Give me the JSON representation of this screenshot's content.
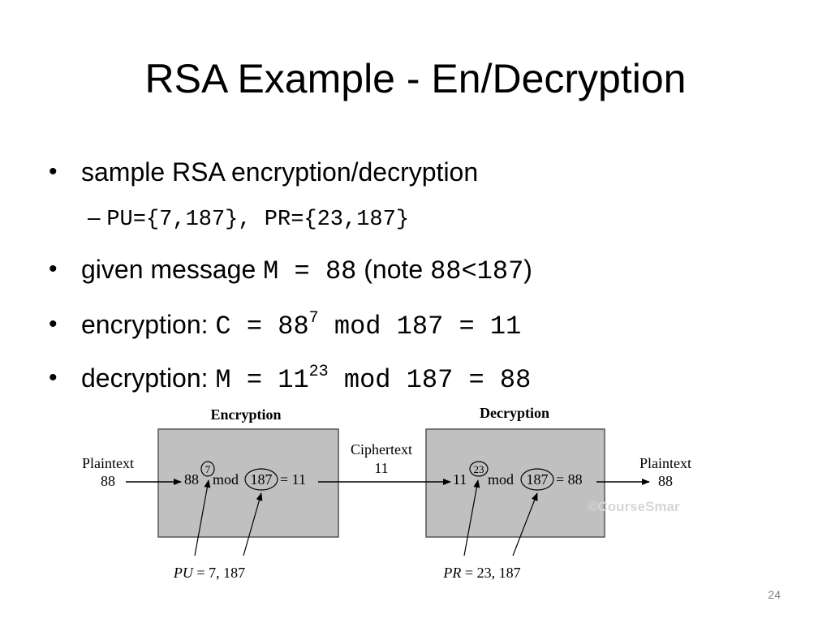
{
  "slide": {
    "title": "RSA Example - En/Decryption",
    "number": "24"
  },
  "bullets": {
    "b1": "sample RSA encryption/decryption",
    "b1_sub_dash": "–",
    "b1_sub": "PU={7,187}, PR={23,187}",
    "b2_text": "given message ",
    "b2_mono": "M = 88",
    "b2_note_open": " (note ",
    "b2_note_mono": "88<187",
    "b2_note_close": ")",
    "b3_label": "encryption: ",
    "b3_base": "C = 88",
    "b3_exp": "7",
    "b3_rest": " mod 187 = 11",
    "b4_label": "decryption: ",
    "b4_base": "M = 11",
    "b4_exp": "23",
    "b4_rest": " mod 187 = 88"
  },
  "diagram": {
    "enc_title": "Encryption",
    "dec_title": "Decryption",
    "plaintext_label": "Plaintext",
    "plaintext_in": "88",
    "plaintext_out_label": "Plaintext",
    "plaintext_out": "88",
    "ciphertext_label": "Ciphertext",
    "ciphertext_value": "11",
    "enc_base": "88",
    "enc_exp": "7",
    "enc_mod": "mod",
    "enc_n": "187",
    "enc_result": "= 11",
    "dec_base": "11",
    "dec_exp": "23",
    "dec_mod": "mod",
    "dec_n": "187",
    "dec_result": "= 88",
    "pu_label": "PU",
    "pu_value": " = 7, 187",
    "pr_label": "PR",
    "pr_value": " = 23, 187",
    "watermark": "©CourseSmar",
    "box_fill": "#c0c0c0"
  }
}
